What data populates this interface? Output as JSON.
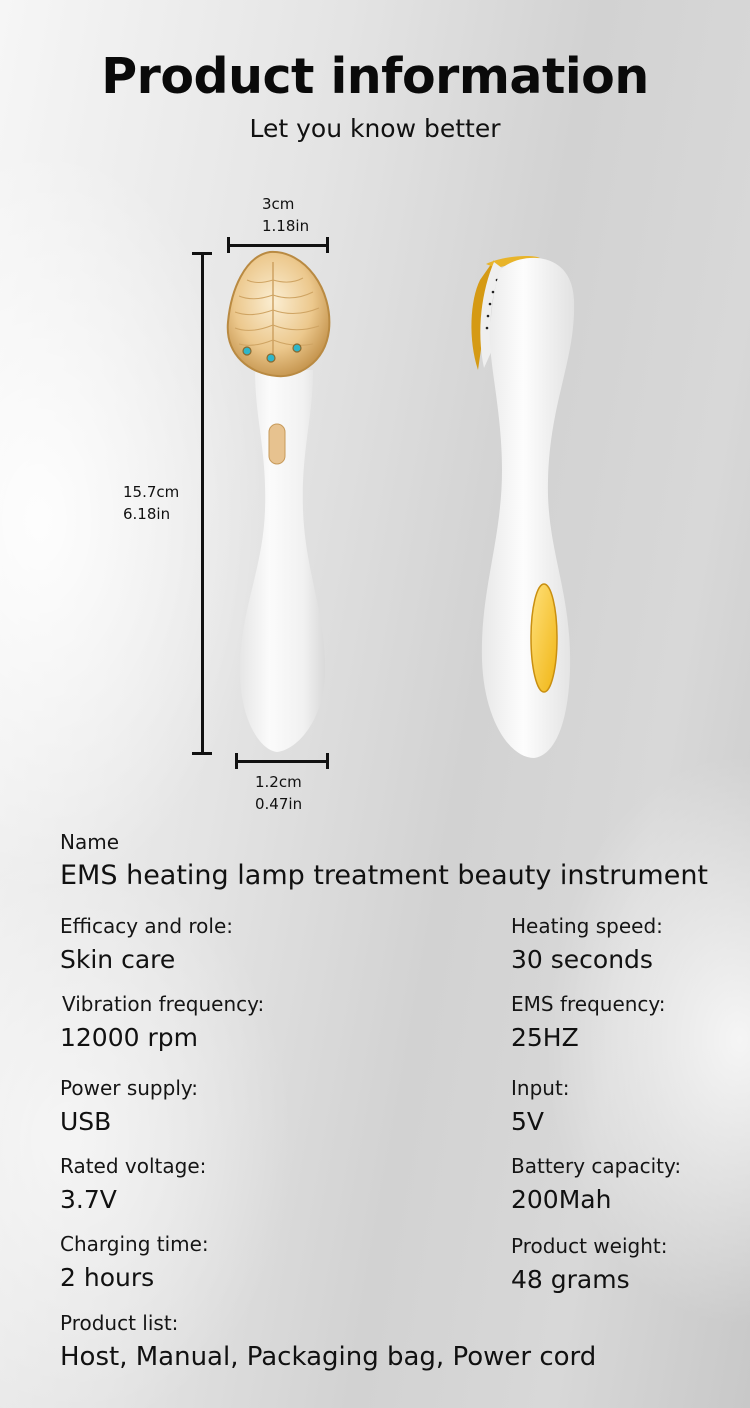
{
  "header": {
    "title": "Product information",
    "subtitle": "Let you know better"
  },
  "dimensions": {
    "width_top": {
      "cm": "3cm",
      "in": "1.18in"
    },
    "height": {
      "cm": "15.7cm",
      "in": "6.18in"
    },
    "width_bottom": {
      "cm": "1.2cm",
      "in": "0.47in"
    }
  },
  "product_images": {
    "front_view": {
      "head_color": "#d9a85a",
      "body_color": "#f4f4f4",
      "button_color": "#e7c28f",
      "electrode_color": "#2fb6c9"
    },
    "side_view": {
      "ring_color": "#e0a81a",
      "body_color": "#f7f7f7",
      "button_color": "#f7c22a"
    }
  },
  "specs": {
    "name": {
      "label": "Name",
      "value": "EMS heating lamp treatment beauty instrument"
    },
    "rows": [
      {
        "left": {
          "label": "Efficacy and role:",
          "value": "Skin care"
        },
        "right": {
          "label": "Heating speed:",
          "value": "30 seconds"
        }
      },
      {
        "left": {
          "label": "Vibration frequency:",
          "value": "12000 rpm"
        },
        "right": {
          "label": "EMS frequency:",
          "value": "25HZ"
        }
      },
      {
        "left": {
          "label": "Power supply:",
          "value": "USB"
        },
        "right": {
          "label": "Input:",
          "value": "5V"
        }
      },
      {
        "left": {
          "label": "Rated voltage:",
          "value": "3.7V"
        },
        "right": {
          "label": "Battery capacity:",
          "value": "200Mah"
        }
      },
      {
        "left": {
          "label": "Charging time:",
          "value": "2 hours"
        },
        "right": {
          "label": "Product weight:",
          "value": "48 grams"
        }
      }
    ],
    "product_list": {
      "label": "Product list:",
      "value": "Host, Manual, Packaging bag, Power cord"
    }
  }
}
